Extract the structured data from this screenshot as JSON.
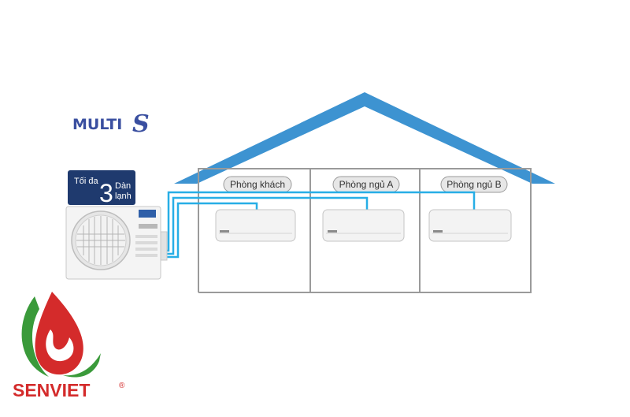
{
  "brand": {
    "multi": "MULTI",
    "s": "S",
    "color": "#3a4fa0"
  },
  "badge": {
    "line1": "Tối đa",
    "number": "3",
    "line2": "Dàn",
    "line3": "lạnh",
    "color": "#1f3a6e"
  },
  "rooms": [
    {
      "label": "Phòng khách"
    },
    {
      "label": "Phòng ngủ A"
    },
    {
      "label": "Phòng ngủ B"
    }
  ],
  "house": {
    "roof_color": "#3d93d1",
    "wall_color": "#9a9a9a"
  },
  "pipe_color": "#27aee6",
  "logo": {
    "text": "SENVIET",
    "registered": "®",
    "red": "#d42b2b",
    "green": "#3a9a3a"
  }
}
